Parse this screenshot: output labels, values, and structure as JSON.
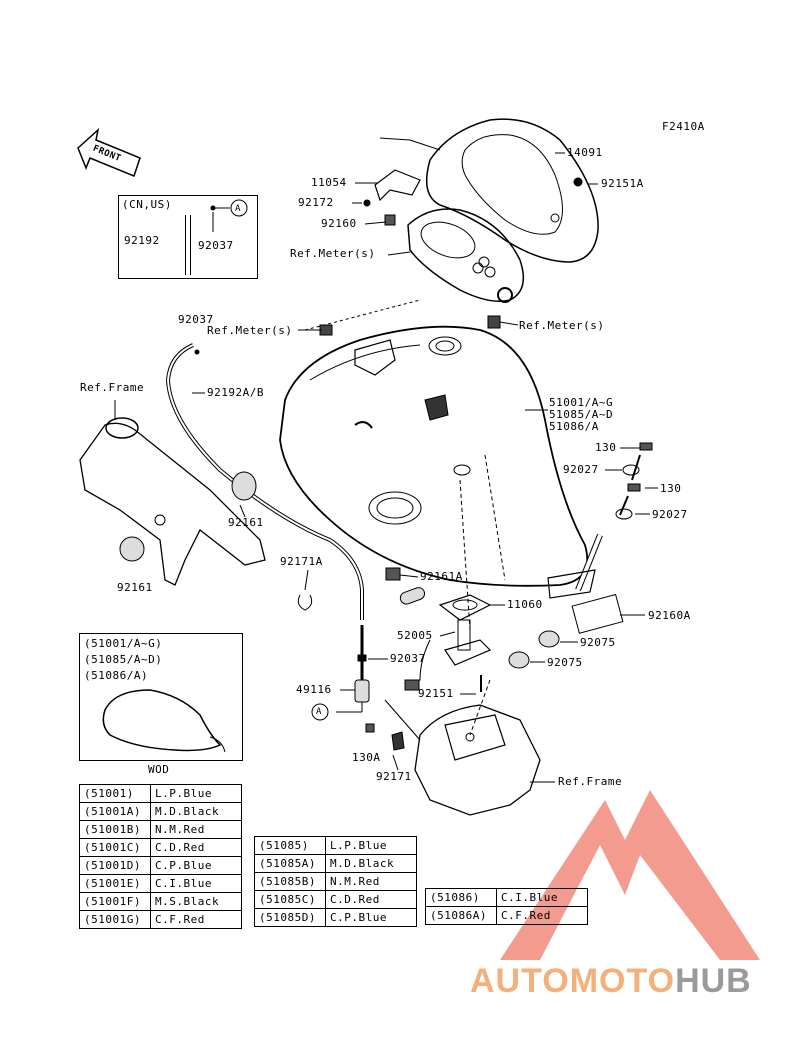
{
  "figure_code": "F2410A",
  "front_arrow": "FRONT",
  "callouts": {
    "p14091": "14091",
    "p11054": "11054",
    "p92151A_top": "92151A",
    "p92172": "92172",
    "p92160": "92160",
    "ref_meter_1": "Ref.Meter(s)",
    "p92037_top": "92037",
    "ref_meter_2": "Ref.Meter(s)",
    "ref_meter_3": "Ref.Meter(s)",
    "ref_frame_1": "Ref.Frame",
    "p92192AB": "92192A/B",
    "p51001": "51001/A~G",
    "p51085": "51085/A~D",
    "p51086": "51086/A",
    "p130_1": "130",
    "p92027_1": "92027",
    "p130_2": "130",
    "p92027_2": "92027",
    "p92161_1": "92161",
    "p92161_2": "92161",
    "p92171A": "92171A",
    "p92161A": "92161A",
    "p11060": "11060",
    "p92160A": "92160A",
    "p52005": "52005",
    "p92075_1": "92075",
    "p92037_2": "92037",
    "p92075_2": "92075",
    "p49116": "49116",
    "p92151": "92151",
    "marker_A2": "A",
    "p130A": "130A",
    "p92171": "92171",
    "ref_frame_2": "Ref.Frame"
  },
  "inset_cnus": {
    "title": "(CN,US)",
    "p92192": "92192",
    "p92037": "92037",
    "marker": "A"
  },
  "inset_wod": {
    "lines": [
      "(51001/A~G)",
      "(51085/A~D)",
      "(51086/A)"
    ],
    "caption": "WOD"
  },
  "color_table_51001": [
    [
      "(51001)",
      "L.P.Blue"
    ],
    [
      "(51001A)",
      "M.D.Black"
    ],
    [
      "(51001B)",
      "N.M.Red"
    ],
    [
      "(51001C)",
      "C.D.Red"
    ],
    [
      "(51001D)",
      "C.P.Blue"
    ],
    [
      "(51001E)",
      "C.I.Blue"
    ],
    [
      "(51001F)",
      "M.S.Black"
    ],
    [
      "(51001G)",
      "C.F.Red"
    ]
  ],
  "color_table_51085": [
    [
      "(51085)",
      "L.P.Blue"
    ],
    [
      "(51085A)",
      "M.D.Black"
    ],
    [
      "(51085B)",
      "N.M.Red"
    ],
    [
      "(51085C)",
      "C.D.Red"
    ],
    [
      "(51085D)",
      "C.P.Blue"
    ]
  ],
  "color_table_51086": [
    [
      "(51086)",
      "C.I.Blue"
    ],
    [
      "(51086A)",
      "C.F.Red"
    ]
  ],
  "watermark": {
    "part1": "AUTOMOTO",
    "part2": "HUB",
    "accent": "#f08a7a"
  }
}
